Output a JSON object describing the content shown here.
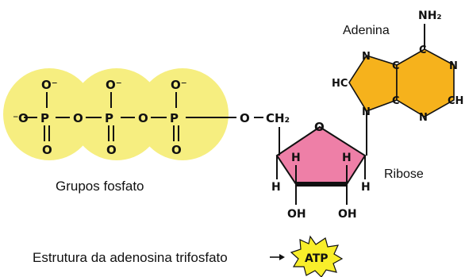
{
  "labels": {
    "phosphate_groups": "Grupos fosfato",
    "ribose": "Ribose",
    "adenine": "Adenina",
    "caption": "Estrutura da adenosina trifosfato",
    "badge": "ATP"
  },
  "atoms": {
    "oxygen": "O",
    "oxygen_minus": "O⁻",
    "phosphorus": "P",
    "carbon": "C",
    "nitrogen": "N",
    "hydrogen": "H",
    "ch2": "CH₂",
    "hc": "HC",
    "ch": "CH",
    "oh": "OH",
    "nh2": "NH₂",
    "minus": "⁻"
  },
  "colors": {
    "phosphate_fill": "#f6ee80",
    "ribose_fill": "#ee7fa7",
    "adenine_fill": "#f6b21c",
    "badge_fill": "#f8ee2a",
    "bond": "#111111"
  }
}
